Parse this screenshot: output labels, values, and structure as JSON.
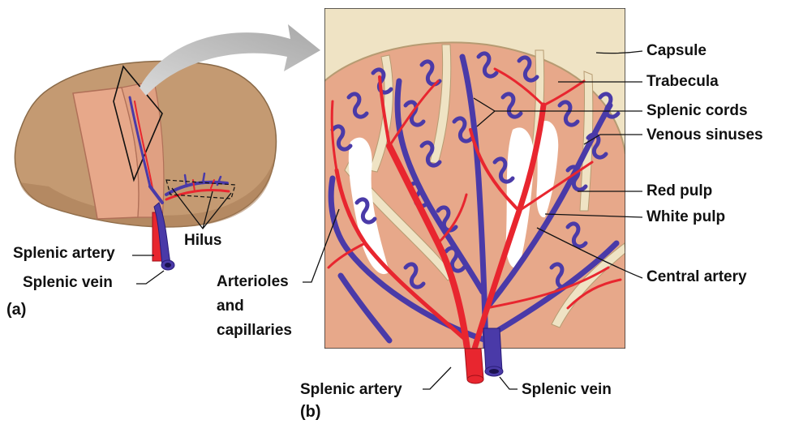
{
  "panel_a": {
    "letter": "(a)",
    "labels": {
      "hilus": "Hilus",
      "splenic_artery": "Splenic artery",
      "splenic_vein": "Splenic vein"
    }
  },
  "panel_b": {
    "letter": "(b)",
    "labels": {
      "capsule": "Capsule",
      "trabecula": "Trabecula",
      "splenic_cords": "Splenic cords",
      "venous_sinuses": "Venous sinuses",
      "red_pulp": "Red pulp",
      "white_pulp": "White pulp",
      "central_artery": "Central artery",
      "arterioles_line1": "Arterioles",
      "arterioles_line2": "and",
      "arterioles_line3": "capillaries",
      "splenic_artery": "Splenic artery",
      "splenic_vein": "Splenic vein"
    }
  },
  "colors": {
    "organ": "#c49a72",
    "organ_dark": "#a87c55",
    "pulp": "#e7a88a",
    "capsule": "#efe3c4",
    "artery": "#e8262f",
    "vein": "#4a3aa8",
    "white_pulp": "#ffffff"
  }
}
